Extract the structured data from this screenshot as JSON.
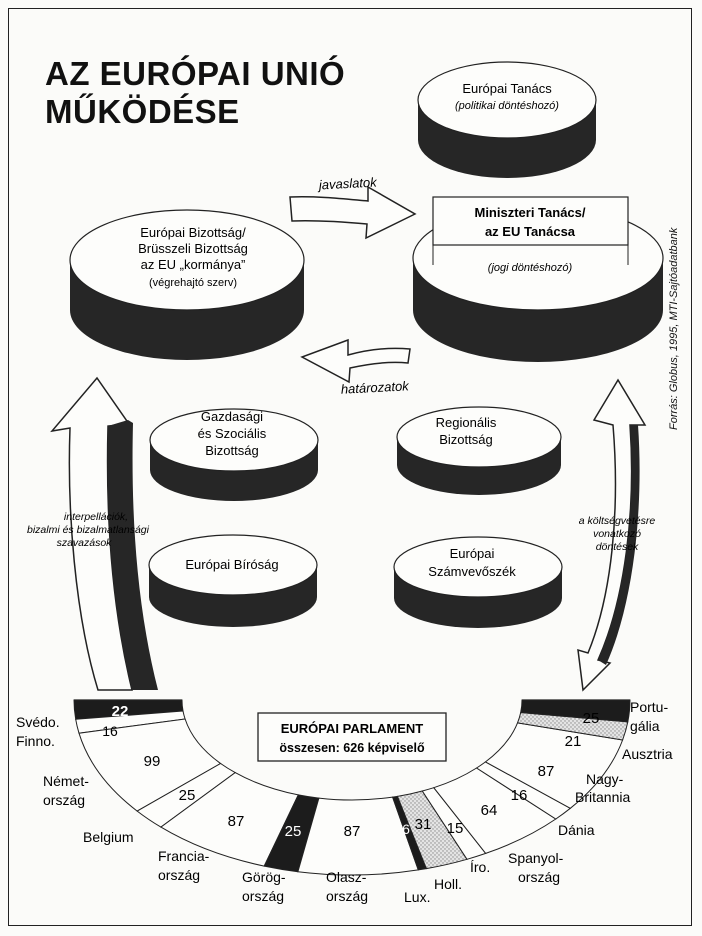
{
  "title": {
    "line1": "AZ EURÓPAI UNIÓ",
    "line2": "MŰKÖDÉSE"
  },
  "source": "Forrás: Globus, 1995, MTI-Sajtóadatbank",
  "institutions": {
    "council": {
      "name": "Európai Tanács",
      "role": "(politikai döntéshozó)"
    },
    "ministers": {
      "name_line1": "Miniszteri Tanács/",
      "name_line2": "az EU Tanácsa",
      "role": "(jogi döntéshozó)"
    },
    "commission": {
      "line1": "Európai Bizottság/",
      "line2": "Brüsszeli Bizottság",
      "line3": "az EU „kormánya”",
      "role": "(végrehajtó szerv)"
    },
    "esc": {
      "line1": "Gazdasági",
      "line2": "és Szociális",
      "line3": "Bizottság"
    },
    "regional": {
      "line1": "Regionális",
      "line2": "Bizottság"
    },
    "court": {
      "line1": "Európai Bíróság"
    },
    "auditors": {
      "line1": "Európai",
      "line2": "Számvevőszék"
    }
  },
  "arrows": {
    "proposals": "javaslatok",
    "decisions": "határozatok",
    "left_line1": "interpellációk,",
    "left_line2": "bizalmi és bizalmatlansági",
    "left_line3": "szavazások",
    "right_line1": "a költségvetésre",
    "right_line2": "vonatkozó",
    "right_line3": "döntések"
  },
  "parliament": {
    "title": "EURÓPAI PARLAMENT",
    "total": "összesen: 626 képviselő"
  },
  "seats": [
    {
      "country": "Svédo.",
      "seats": 22,
      "value_label": "22"
    },
    {
      "country": "Finno.",
      "seats": 16,
      "value_label": "16"
    },
    {
      "country": "Német-ország",
      "seats": 99,
      "value_label": "99"
    },
    {
      "country": "Belgium",
      "seats": 25,
      "value_label": "25"
    },
    {
      "country": "Francia-ország",
      "seats": 87,
      "value_label": "87"
    },
    {
      "country": "Görög-ország",
      "seats": 25,
      "value_label": "25"
    },
    {
      "country": "Olasz-ország",
      "seats": 87,
      "value_label": "87"
    },
    {
      "country": "Lux.",
      "seats": 6,
      "value_label": "6"
    },
    {
      "country": "Holl.",
      "seats": 31,
      "value_label": "31"
    },
    {
      "country": "Íro.",
      "seats": 15,
      "value_label": "15"
    },
    {
      "country": "Spanyol-ország",
      "seats": 64,
      "value_label": "64"
    },
    {
      "country": "Dánia",
      "seats": 16,
      "value_label": "16"
    },
    {
      "country": "Nagy-Britannia",
      "seats": 87,
      "value_label": "87"
    },
    {
      "country": "Ausztria",
      "seats": 21,
      "value_label": "21"
    },
    {
      "country": "Portu-gália",
      "seats": 25,
      "value_label": "25"
    }
  ],
  "country_labels": {
    "sved": "Svédo.",
    "finn": "Finno.",
    "nemet1": "Német-",
    "nemet2": "ország",
    "belg": "Belgium",
    "fran1": "Francia-",
    "fran2": "ország",
    "gorog1": "Görög-",
    "gorog2": "ország",
    "olasz1": "Olasz-",
    "olasz2": "ország",
    "lux": "Lux.",
    "holl": "Holl.",
    "iro": "Íro.",
    "span1": "Spanyol-",
    "span2": "ország",
    "dan": "Dánia",
    "nagy1": "Nagy-",
    "nagy2": "Britannia",
    "ausz": "Ausztria",
    "port1": "Portu-",
    "port2": "gália"
  },
  "colors": {
    "ink": "#1c1c1c",
    "paper": "#fbfbf9",
    "shade": "#bdbdbd"
  }
}
